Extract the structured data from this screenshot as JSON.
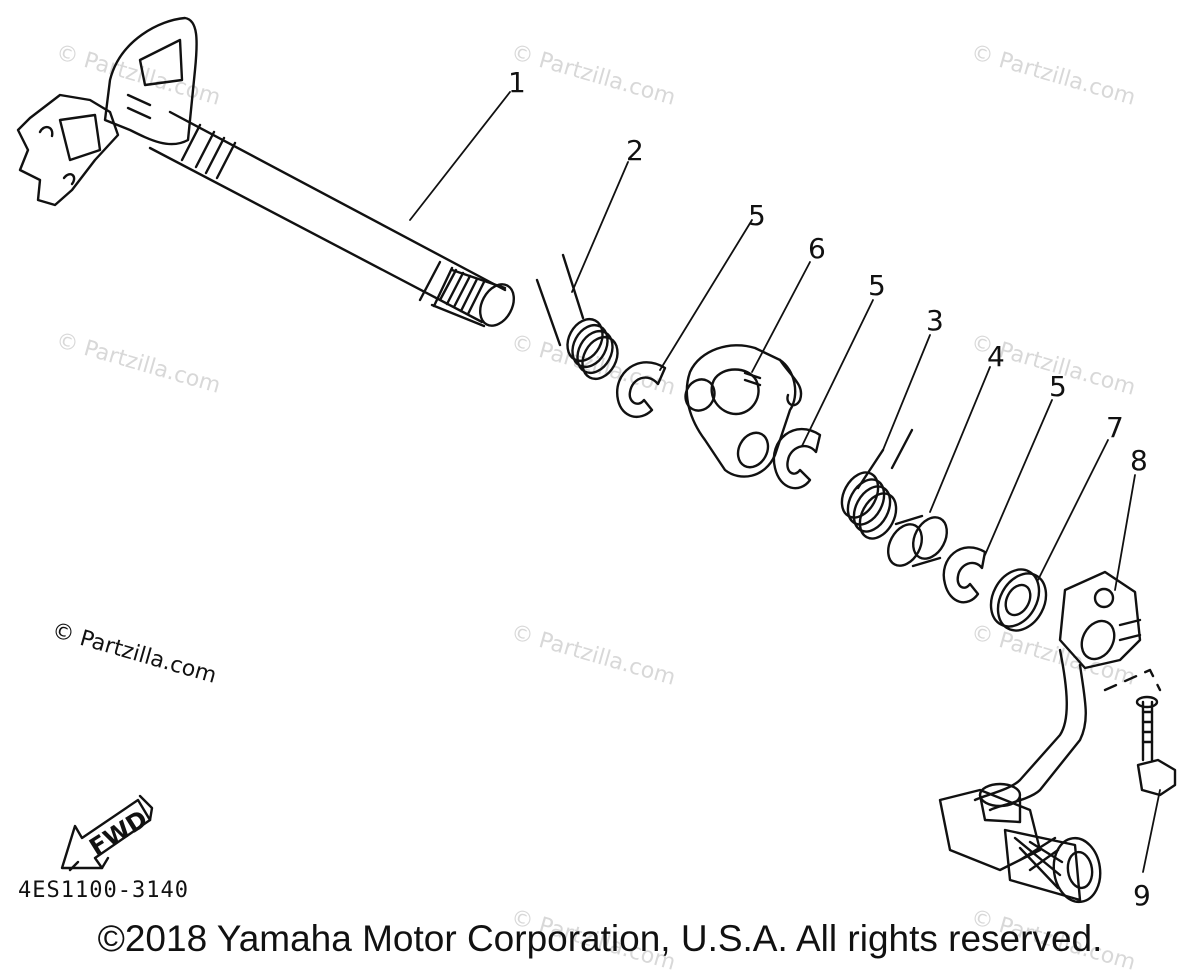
{
  "watermark_text": "© Partzilla.com",
  "diagram_code": "4ES1100-3140",
  "copyright": "©2018 Yamaha Motor Corporation, U.S.A. All rights reserved.",
  "direction_badge": "FWD",
  "callouts": [
    "1",
    "2",
    "5",
    "6",
    "5",
    "3",
    "4",
    "5",
    "7",
    "8",
    "9"
  ],
  "parts": [
    {
      "name": "shift-shaft",
      "callout": "1"
    },
    {
      "name": "torsion-spring",
      "callout": "2"
    },
    {
      "name": "torsion-spring",
      "callout": "3"
    },
    {
      "name": "collar",
      "callout": "4"
    },
    {
      "name": "circlip",
      "callout": "5"
    },
    {
      "name": "stopper-lever",
      "callout": "6"
    },
    {
      "name": "washer",
      "callout": "7"
    },
    {
      "name": "shift-pedal",
      "callout": "8"
    },
    {
      "name": "bolt",
      "callout": "9"
    }
  ],
  "colors": {
    "ink": "#111111",
    "watermark": "#d8d8d8"
  }
}
